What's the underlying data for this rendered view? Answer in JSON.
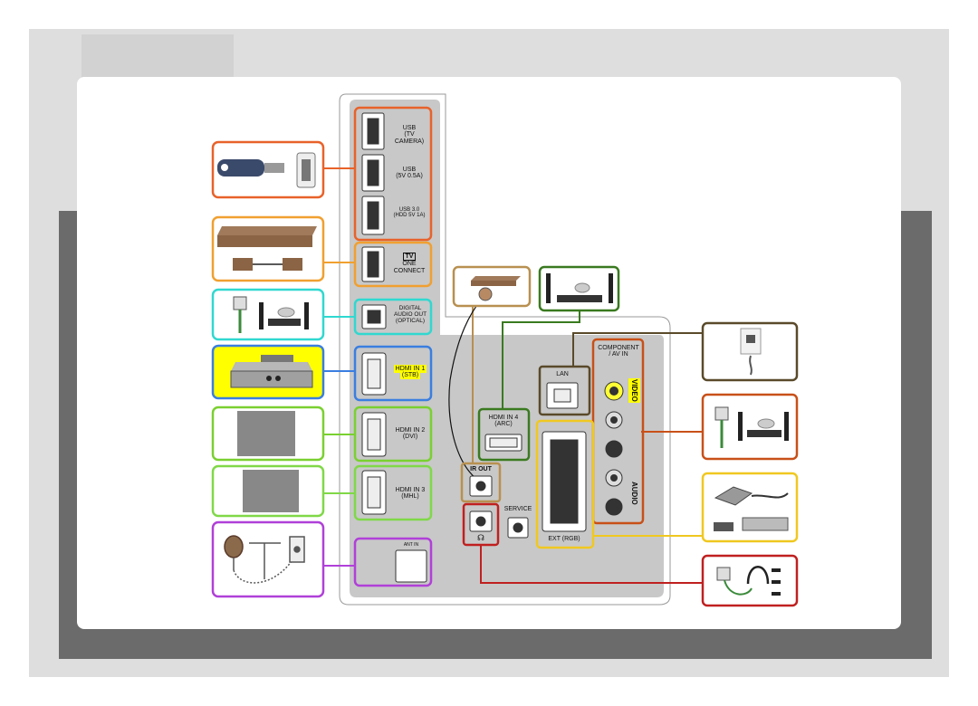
{
  "ports": {
    "usb1": {
      "line1": "USB",
      "line2": "(TV CAMERA)"
    },
    "usb2": {
      "line1": "USB",
      "line2": "(5V 0.5A)"
    },
    "usb3": {
      "line1": "USB 3.0",
      "line2": "(HDD 5V 1A)"
    },
    "one_connect": {
      "tv": "TV",
      "line1": "ONE",
      "line2": "CONNECT"
    },
    "optical": {
      "line1": "DIGITAL",
      "line2": "AUDIO OUT",
      "line3": "(OPTICAL)"
    },
    "hdmi1": {
      "line1": "HDMI IN 1",
      "line2": "(STB)"
    },
    "hdmi2": {
      "line1": "HDMI IN 2",
      "line2": "(DVI)"
    },
    "hdmi3": {
      "line1": "HDMI IN 3",
      "line2": "(MHL)"
    },
    "ant": {
      "label": "ANT IN"
    },
    "hdmi4": {
      "line1": "HDMI IN 4",
      "line2": "(ARC)"
    },
    "ir_out": {
      "label": "IR OUT"
    },
    "service": {
      "label": "SERVICE"
    },
    "lan": {
      "label": "LAN"
    },
    "component": {
      "line1": "COMPONENT",
      "line2": "/ AV IN",
      "video": "VIDEO",
      "audio": "AUDIO"
    },
    "ext": {
      "label": "EXT (RGB)"
    }
  },
  "colors": {
    "usb": "#e8622a",
    "one_connect": "#f0a030",
    "optical": "#30d8d0",
    "hdmi1": "#3a7ee0",
    "hdmi2": "#7ad030",
    "hdmi3": "#80d848",
    "ant": "#b040d8",
    "ir": "#b89050",
    "hdmi4": "#3a7a20",
    "lan": "#5a4a2a",
    "component": "#c85018",
    "ext": "#f0c820",
    "headphone": "#c02020",
    "panel": "#c8c8c8"
  },
  "icons": [
    "usb-stick-icon",
    "one-connect-box-icon",
    "optical-audio-icon",
    "set-top-box-icon",
    "pc-icon",
    "mobile-device-icon",
    "antenna-icon",
    "ir-blaster-icon",
    "home-theater-icon",
    "lan-wall-socket-icon",
    "component-av-icon",
    "scart-device-icon",
    "headphone-icon"
  ]
}
